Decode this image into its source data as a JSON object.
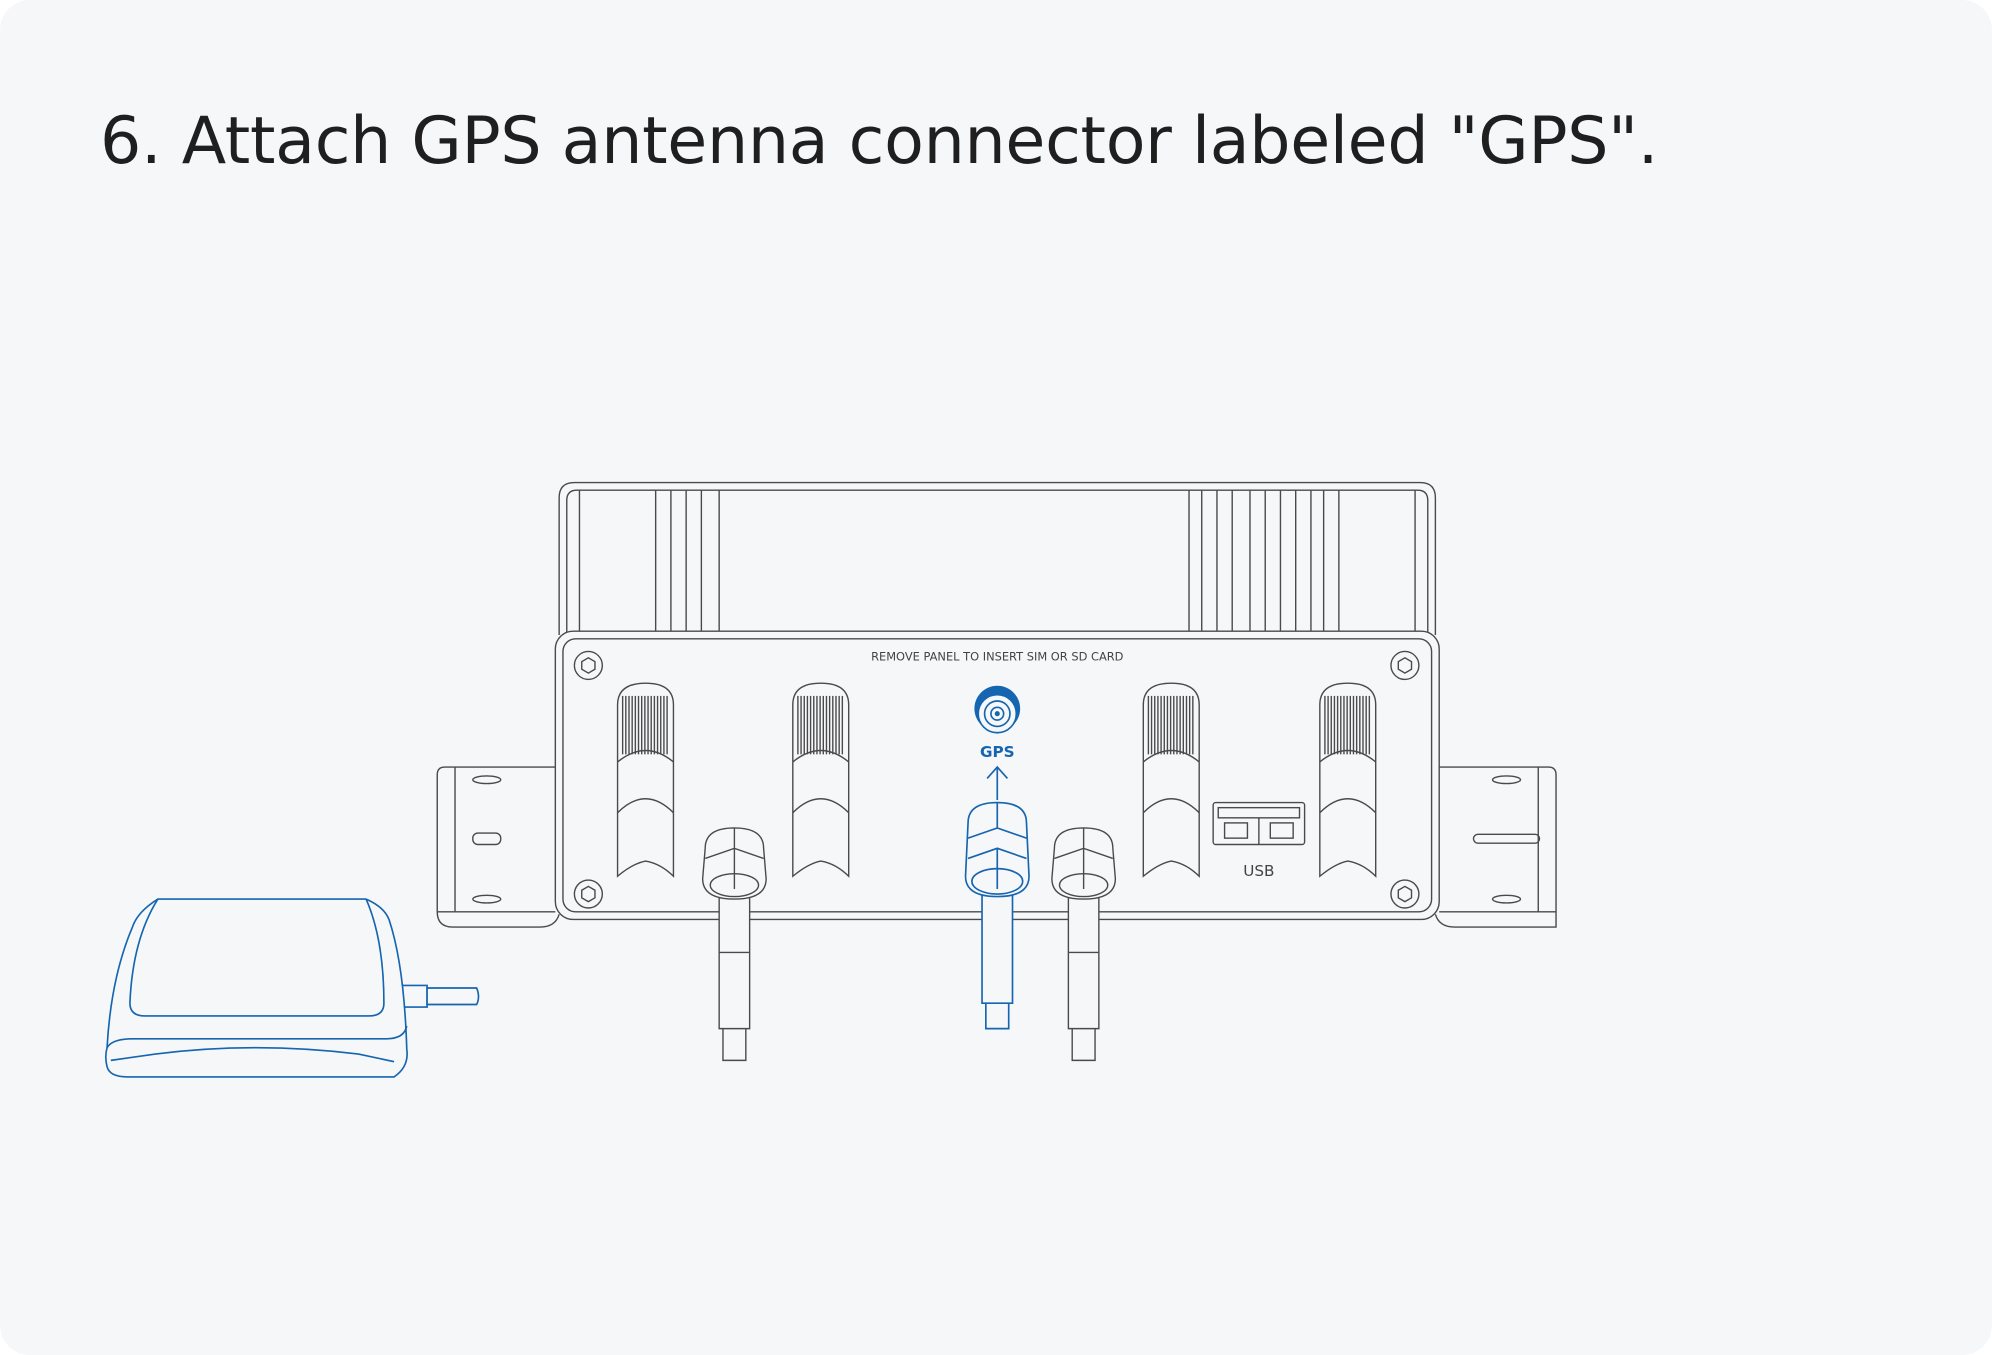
{
  "title": "6. Attach GPS antenna connector labeled \"GPS\".",
  "device": {
    "panel_label": "REMOVE PANEL TO INSERT SIM OR SD CARD",
    "gps_port_label": "GPS",
    "usb_label": "USB"
  },
  "colors": {
    "accent": "#1565b0",
    "line": "#4a4a4a",
    "background": "#f6f7f9"
  }
}
